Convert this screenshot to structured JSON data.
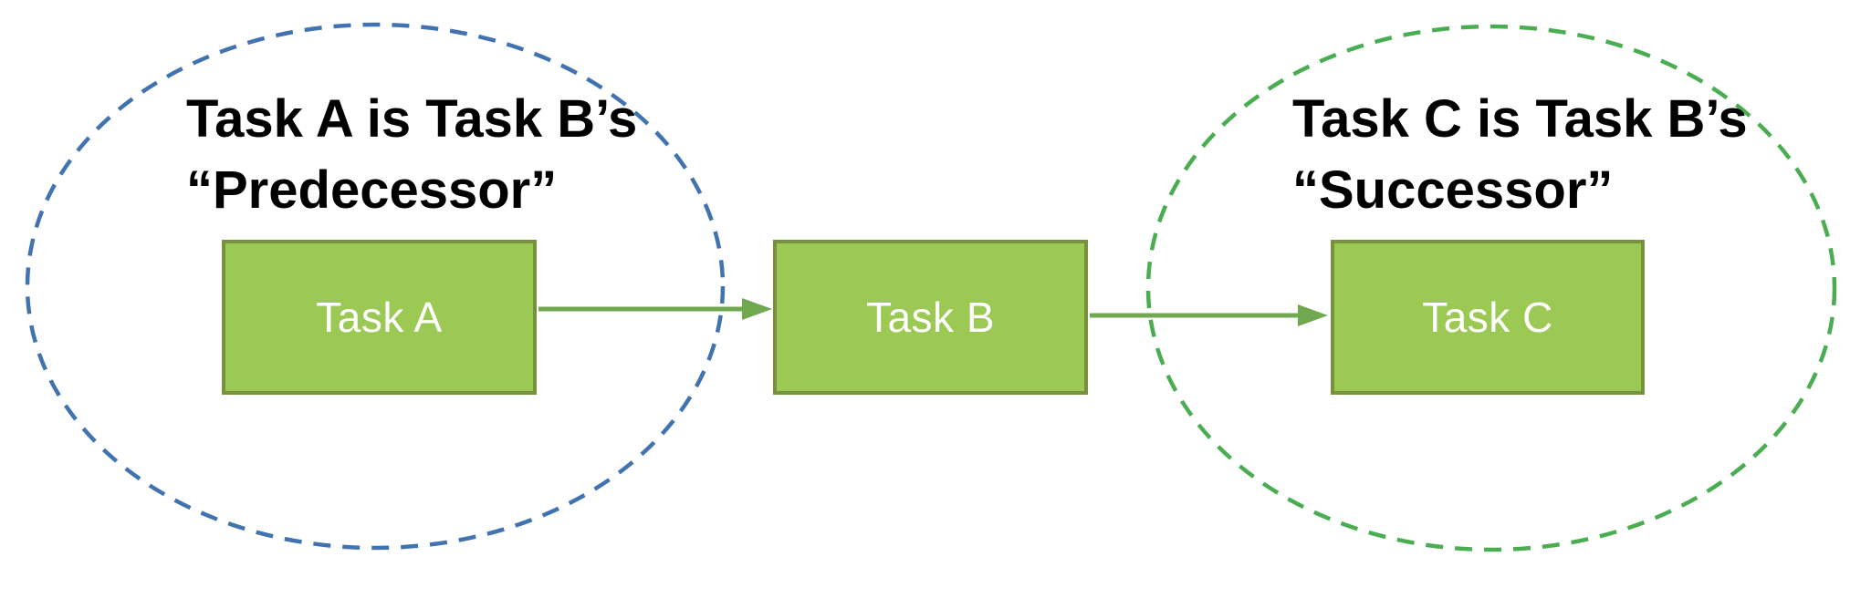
{
  "diagram": {
    "annotations": {
      "predecessor": {
        "line1": "Task A is Task B’s",
        "line2": "“Predecessor”"
      },
      "successor": {
        "line1": "Task C is Task B’s",
        "line2": "“Successor”"
      }
    },
    "tasks": [
      {
        "label": "Task A"
      },
      {
        "label": "Task B"
      },
      {
        "label": "Task C"
      }
    ],
    "colors": {
      "background": "#ffffff",
      "task_fill": "#9BC953",
      "task_border": "#76923D",
      "task_text": "#ffffff",
      "arrow": "#70A850",
      "predecessor_ellipse": "#4273B1",
      "successor_ellipse": "#4BAD52",
      "annotation_text": "#000000"
    }
  }
}
